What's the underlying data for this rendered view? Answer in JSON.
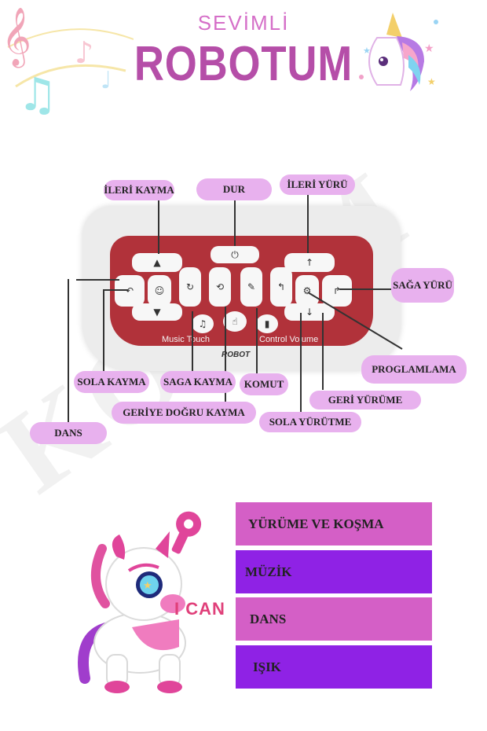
{
  "header": {
    "subtitle": "SEVİMLİ",
    "title": "ROBOTUM"
  },
  "remote": {
    "music_touch": "Music Touch",
    "control_volume": "Control Volume",
    "brand": "ROBOT"
  },
  "labels": {
    "ileri_kayma": "İLERİ KAYMA",
    "dur": "DUR",
    "ileri_yuru": "İLERİ YÜRÜ",
    "saga_yuru": "SAĞA YÜRÜ",
    "proglamlama": "PROGLAMLAMA",
    "sola_kayma": "SOLA KAYMA",
    "saga_kayma": "SAGA KAYMA",
    "komut": "KOMUT",
    "geri_yurume": "GERİ YÜRÜME",
    "geriye_dogru_kayma": "GERİYE DOĞRU KAYMA",
    "sola_yurutme": "SOLA YÜRÜTME",
    "dans": "DANS"
  },
  "abilities": {
    "ican": "I CAN",
    "items": [
      "YÜRÜME VE KOŞMA",
      "MÜZİK",
      "DANS",
      "IŞIK"
    ]
  },
  "watermark": "KOSEM",
  "colors": {
    "title_purple": "#b54ea8",
    "label_pink": "#e8b1ee",
    "remote_red": "#b1323a",
    "ability_magenta": "#d45fc6",
    "ability_violet": "#8f22e5",
    "ican_pink": "#e0407a"
  }
}
